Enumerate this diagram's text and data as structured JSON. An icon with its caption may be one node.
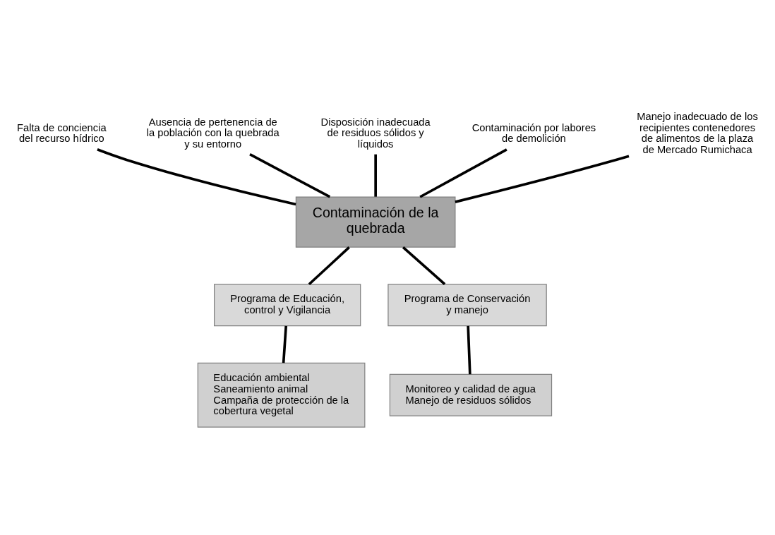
{
  "diagram": {
    "nodes": [
      {
        "text": [
          "Falta de conciencia del recurso hídrico"
        ]
      },
      {
        "text": [
          "Ausencia de pertenencia de la población con la quebrada y su entorno"
        ]
      },
      {
        "text": [
          "Disposición inadecuada de residuos sólidos y líquidos"
        ]
      },
      {
        "text": [
          "Contaminación por labores de demolición"
        ]
      },
      {
        "text": [
          "Manejo inadecuado de los recipientes contenedores de alimentos de la plaza de Mercado Rumichaca"
        ]
      },
      {
        "text": [
          "Contaminación de la quebrada"
        ]
      },
      {
        "text": [
          "Programa de Educación, control y Vigilancia"
        ]
      },
      {
        "text": [
          "Programa de Conservación y manejo"
        ]
      },
      {
        "text": [
          "Educación ambiental",
          "Saneamiento animal",
          "Campaña de protección de la cobertura vegetal"
        ]
      },
      {
        "text": [
          "Monitoreo y calidad de agua",
          "Manejo de residuos sólidos"
        ]
      }
    ],
    "edges": [
      {
        "from": 0,
        "to": 5,
        "arrow": "none"
      },
      {
        "from": 1,
        "to": 5,
        "arrow": "none"
      },
      {
        "from": 2,
        "to": 5,
        "arrow": "none"
      },
      {
        "from": 3,
        "to": 5,
        "arrow": "none"
      },
      {
        "from": 4,
        "to": 5,
        "arrow": "none"
      },
      {
        "from": 5,
        "to": 6,
        "arrow": "none"
      },
      {
        "from": 5,
        "to": 7,
        "arrow": "none"
      },
      {
        "from": 6,
        "to": 8,
        "arrow": "none"
      },
      {
        "from": 7,
        "to": 9,
        "arrow": "none"
      }
    ]
  }
}
